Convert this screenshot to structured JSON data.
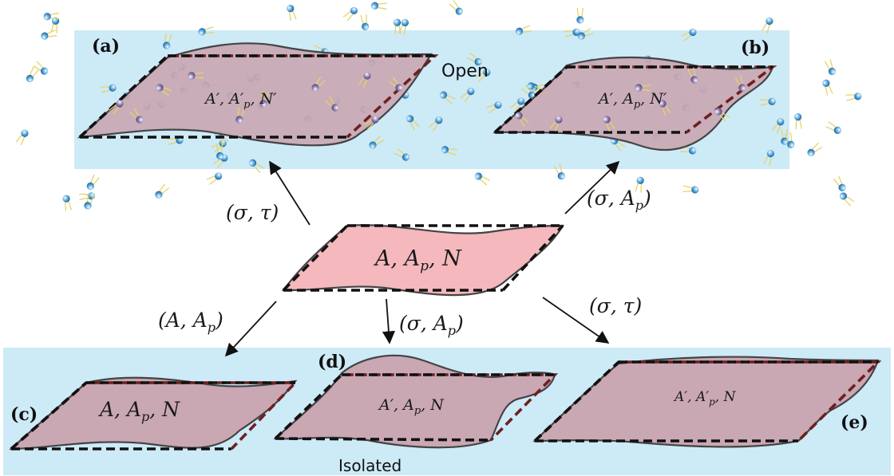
{
  "regions": {
    "top_label": "Open",
    "bottom_label": "Isolated"
  },
  "panels": {
    "a": "(a)",
    "b": "(b)",
    "c": "(c)",
    "d": "(d)",
    "e": "(e)"
  },
  "membranes": {
    "center": "A, A",
    "center_sub": "p",
    "center_tail": ", N",
    "a_text": "A′, A′",
    "a_sub": "p",
    "a_tail": ", N′",
    "b_text": "A′, A",
    "b_sub": "p",
    "b_tail": ", N′",
    "c_text": "A, A",
    "c_sub": "p",
    "c_tail": ", N",
    "d_text": "A′, A",
    "d_sub": "p",
    "d_tail": ", N",
    "e_text": "A′, A′",
    "e_sub": "p",
    "e_tail": ", N"
  },
  "arrows": {
    "to_a": "(σ, τ)",
    "to_b_main": "(σ, A",
    "to_b_sub": "p",
    "to_b_close": ")",
    "to_c_main": "(A, A",
    "to_c_sub": "p",
    "to_c_close": ")",
    "to_d_main": "(σ, A",
    "to_d_sub": "p",
    "to_d_close": ")",
    "to_e": "(σ, τ)"
  },
  "colors": {
    "reservoir": "#cdeaf7",
    "membrane_open": "#c9a7b3",
    "membrane_center": "#f4b8bd",
    "frame_black": "#111111",
    "frame_red": "#6e1f1f",
    "lipid_head": "#3d8fc6"
  }
}
